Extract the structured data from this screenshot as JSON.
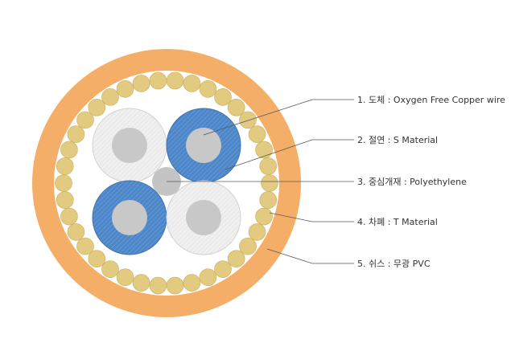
{
  "colors": {
    "sheath": "#F5AE68",
    "shield_wire": "#E2CB80",
    "shield_wire_edge": "#C9AE58",
    "insulation_blue": "#4C86C8",
    "insulation_white": "#EEEEEE",
    "conductor": "#C8C8C8",
    "filler": "#C4C4C4",
    "leader_line": "#5A5A5A",
    "text": "#333333"
  },
  "labels": [
    {
      "id": "conductor",
      "text": "1. 도체 : Oxygen Free Copper wire"
    },
    {
      "id": "insulation",
      "text": "2. 절연 : S Material"
    },
    {
      "id": "filler",
      "text": "3. 중심개재 : Polyethylene"
    },
    {
      "id": "shield",
      "text": "4. 차폐 : T Material"
    },
    {
      "id": "sheath",
      "text": "5. 쉬스 : 무광 PVC"
    }
  ]
}
